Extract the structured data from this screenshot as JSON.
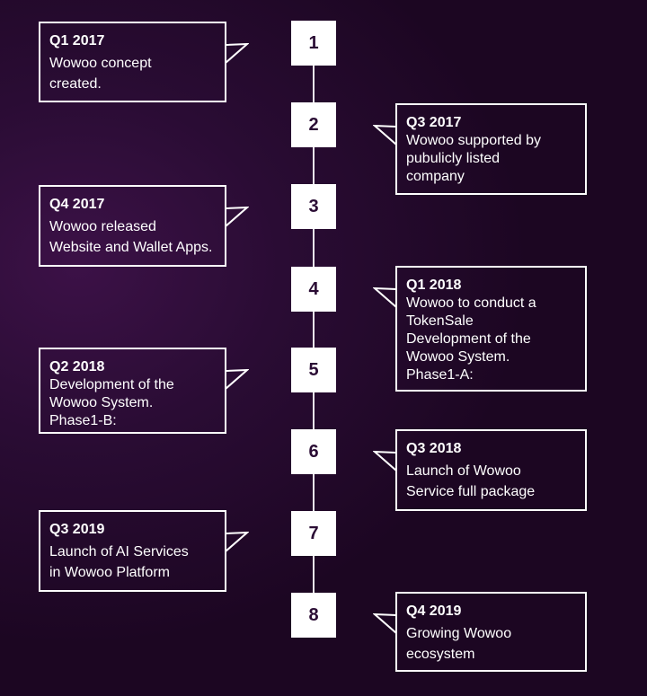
{
  "timeline": [
    {
      "step": "1",
      "period": "Q1 2017",
      "text": "Wowoo concept\ncreated."
    },
    {
      "step": "2",
      "period": "Q3 2017",
      "text": "Wowoo supported by\npubulicly listed\ncompany"
    },
    {
      "step": "3",
      "period": "Q4 2017",
      "text": "Wowoo released\nWebsite and Wallet Apps."
    },
    {
      "step": "4",
      "period": "Q1 2018",
      "text": "Wowoo to conduct a\nTokenSale\nDevelopment of the\nWowoo System.\nPhase1-A:"
    },
    {
      "step": "5",
      "period": "Q2 2018",
      "text": "Development of the\nWowoo System.\nPhase1-B:"
    },
    {
      "step": "6",
      "period": "Q3 2018",
      "text": "Launch of Wowoo\nService full package"
    },
    {
      "step": "7",
      "period": "Q3 2019",
      "text": "Launch of  AI Services\nin Wowoo Platform"
    },
    {
      "step": "8",
      "period": "Q4 2019",
      "text": "Growing Wowoo\necosystem"
    }
  ]
}
